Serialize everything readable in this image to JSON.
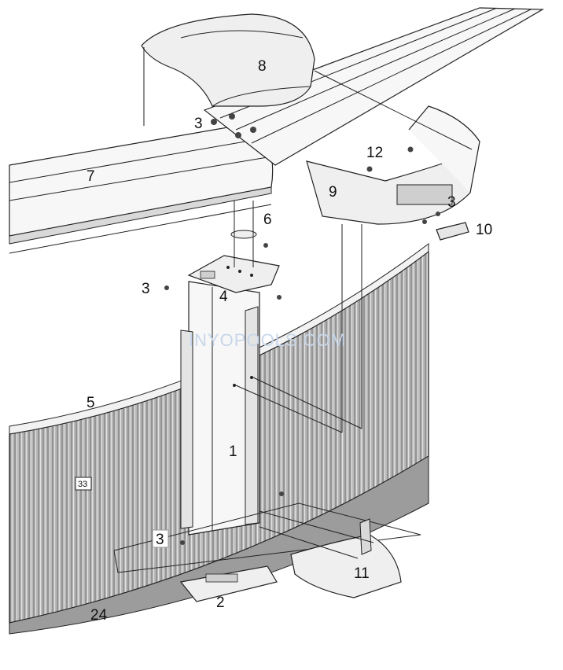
{
  "colors": {
    "wall": "#b9b9b9",
    "wall_base": "#9c9c9c",
    "part_fill": "#f7f7f7",
    "shade": "#d9d9d9",
    "line": "#222222",
    "watermark": "#c8d6ea"
  },
  "watermark": "INYOPOOLS.COM",
  "callouts": {
    "c1": "1",
    "c2": "2",
    "c3a": "3",
    "c3b": "3",
    "c3c": "3",
    "c3d": "3",
    "c4": "4",
    "c5": "5",
    "c6": "6",
    "c7": "7",
    "c8": "8",
    "c9": "9",
    "c10": "10",
    "c11": "11",
    "c12": "12",
    "c24": "24",
    "c33": "33"
  }
}
